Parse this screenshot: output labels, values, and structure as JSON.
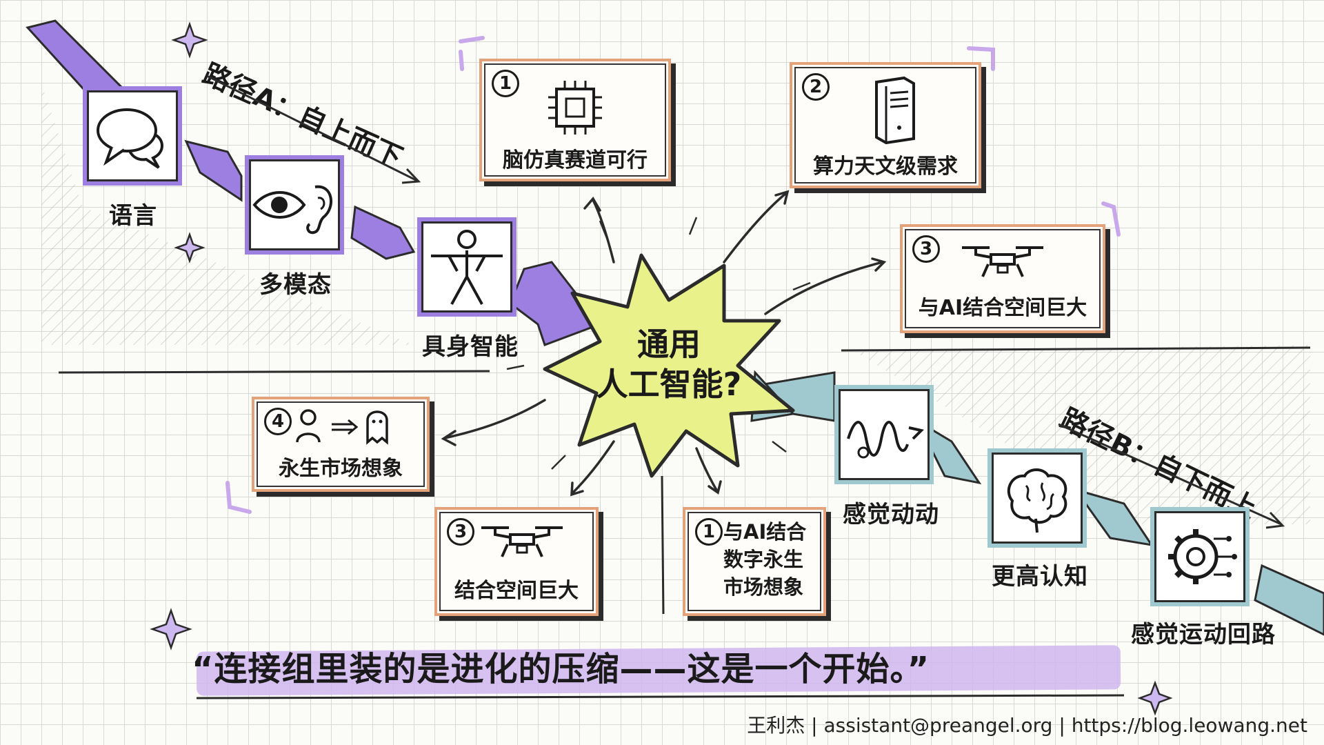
{
  "paths": {
    "a_title": "路径A：自上而下",
    "b_title": "路径B：自下而上"
  },
  "path_a": {
    "steps": [
      {
        "label": "语言",
        "icon": "speech-bubbles-icon"
      },
      {
        "label": "多模态",
        "icon": "eye-ear-icon"
      },
      {
        "label": "具身智能",
        "icon": "human-figure-icon"
      }
    ]
  },
  "path_b": {
    "steps": [
      {
        "label": "感觉动动",
        "icon": "signal-wave-icon"
      },
      {
        "label": "更高认知",
        "icon": "brain-icon"
      },
      {
        "label": "感觉运动回路",
        "icon": "gear-circuit-icon"
      }
    ]
  },
  "center": {
    "line1": "通用",
    "line2": "人工智能?"
  },
  "outcomes": {
    "top_left": {
      "num": "1",
      "text": "脑仿真赛道可行",
      "icon": "chip-icon"
    },
    "top_right": {
      "num": "2",
      "text": "算力天文级需求",
      "icon": "server-tower-icon"
    },
    "right": {
      "num": "3",
      "text": "与AI结合空间巨大",
      "icon": "drone-icon"
    },
    "left": {
      "num": "4",
      "text": "永生市场想象",
      "icon": "person-to-ghost-icon"
    },
    "bottom_left": {
      "num": "3",
      "text": "结合空间巨大",
      "icon": "drone-icon"
    },
    "bottom_right": {
      "num": "1",
      "lines": [
        "与AI结合",
        "数字永生",
        "市场想象"
      ]
    }
  },
  "quote": {
    "open": "“",
    "text": "连接组里装的是进化的压缩——这是一个开始。",
    "close": "”"
  },
  "footer": {
    "author": "王利杰",
    "email": "assistant@preangel.org",
    "url": "https://blog.leowang.net"
  },
  "colors": {
    "path_a": "#9c7fe0",
    "path_b": "#9fc8cf",
    "outcome_border": "#e3a27a",
    "burst": "#e9f28a",
    "highlight": "#cfb6ee"
  }
}
